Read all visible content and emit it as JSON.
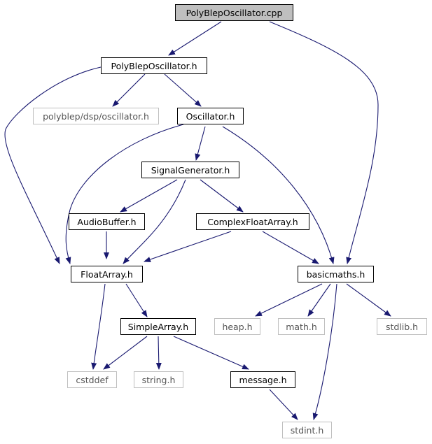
{
  "diagram": {
    "nodes": {
      "polyblep_cpp": "PolyBlepOscillator.cpp",
      "polyblep_h": "PolyBlepOscillator.h",
      "dsp_osc": "polyblep/dsp/oscillator.h",
      "oscillator_h": "Oscillator.h",
      "signalgen_h": "SignalGenerator.h",
      "audiobuffer_h": "AudioBuffer.h",
      "complexfloat_h": "ComplexFloatArray.h",
      "floatarray_h": "FloatArray.h",
      "basicmaths_h": "basicmaths.h",
      "simplearray_h": "SimpleArray.h",
      "heap_h": "heap.h",
      "math_h": "math.h",
      "stdlib_h": "stdlib.h",
      "cstddef": "cstddef",
      "string_h": "string.h",
      "message_h": "message.h",
      "stdint_h": "stdint.h"
    },
    "colors": {
      "edge": "#191970",
      "node_border": "#000000",
      "external_border": "#bfbfbf",
      "root_fill": "#bfbfbf"
    }
  }
}
